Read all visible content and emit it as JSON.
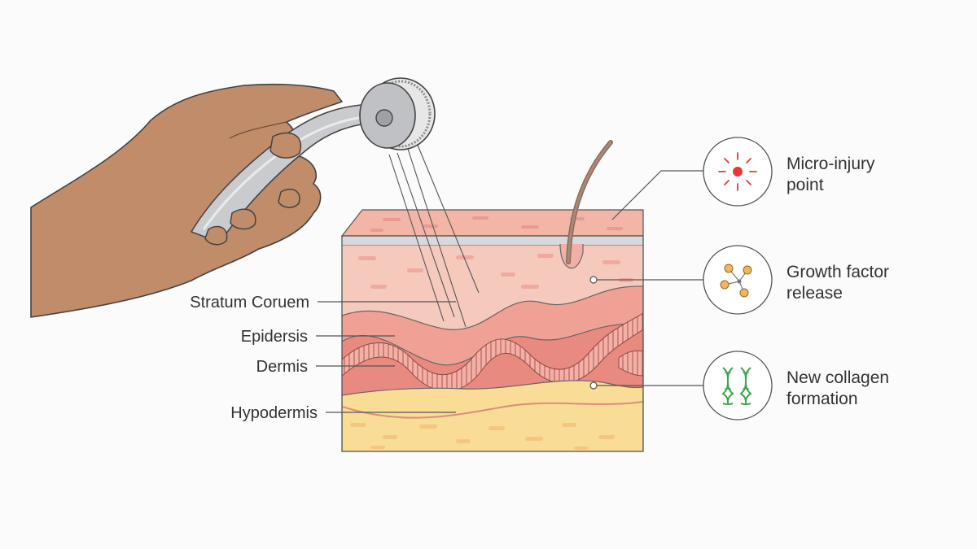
{
  "diagram": {
    "layer_labels": [
      "Stratum Coruem",
      "Epidersis",
      "Dermis",
      "Hypodermis"
    ],
    "callouts": [
      {
        "lines": [
          "Micro-injury",
          "point"
        ],
        "icon": "burst-icon"
      },
      {
        "lines": [
          "Growth factor",
          "release"
        ],
        "icon": "molecule-icon"
      },
      {
        "lines": [
          "New collagen",
          "formation"
        ],
        "icon": "dna-icon"
      }
    ],
    "colors": {
      "skin_surface": "#f3b6a6",
      "stratum": "#f6c9bd",
      "epidermis": "#efa196",
      "dermis": "#e98a80",
      "hypodermis": "#f9dc96",
      "hand": "#c08c6a",
      "roller_metal": "#c9cbce",
      "injury_red": "#e53935",
      "growth_orange": "#f2b65a",
      "collagen_green": "#3fa34d",
      "leader_line": "#555555"
    }
  }
}
